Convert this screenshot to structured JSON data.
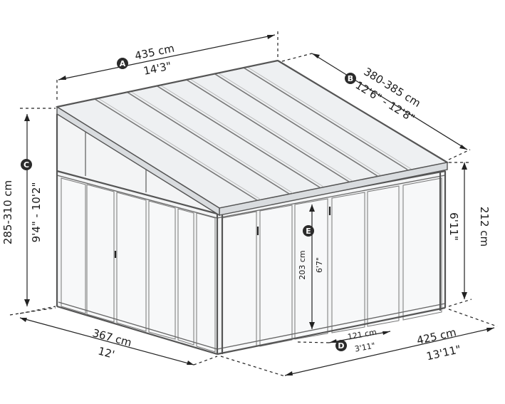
{
  "dimensions": {
    "A": {
      "badge": "A",
      "metric": "435 cm",
      "imperial": "14'3\""
    },
    "B": {
      "badge": "B",
      "metric": "380-385 cm",
      "imperial": "12'6\" - 12'8\""
    },
    "C": {
      "badge": "C",
      "metric": "285-310 cm",
      "imperial": "9'4\" - 10'2\""
    },
    "D": {
      "badge": "D",
      "metric": "121 cm",
      "imperial": "3'11\""
    },
    "E": {
      "badge": "E",
      "metric": "203 cm",
      "imperial": "6'7\""
    },
    "side_height": {
      "metric": "212 cm",
      "imperial": "6'11\""
    },
    "depth": {
      "metric": "367 cm",
      "imperial": "12'"
    },
    "width": {
      "metric": "425 cm",
      "imperial": "13'11\""
    }
  },
  "colors": {
    "badge": "#2b2b2b",
    "frame": "#555555",
    "glass": "#f3f4f5",
    "roof": "#eef0f2"
  }
}
